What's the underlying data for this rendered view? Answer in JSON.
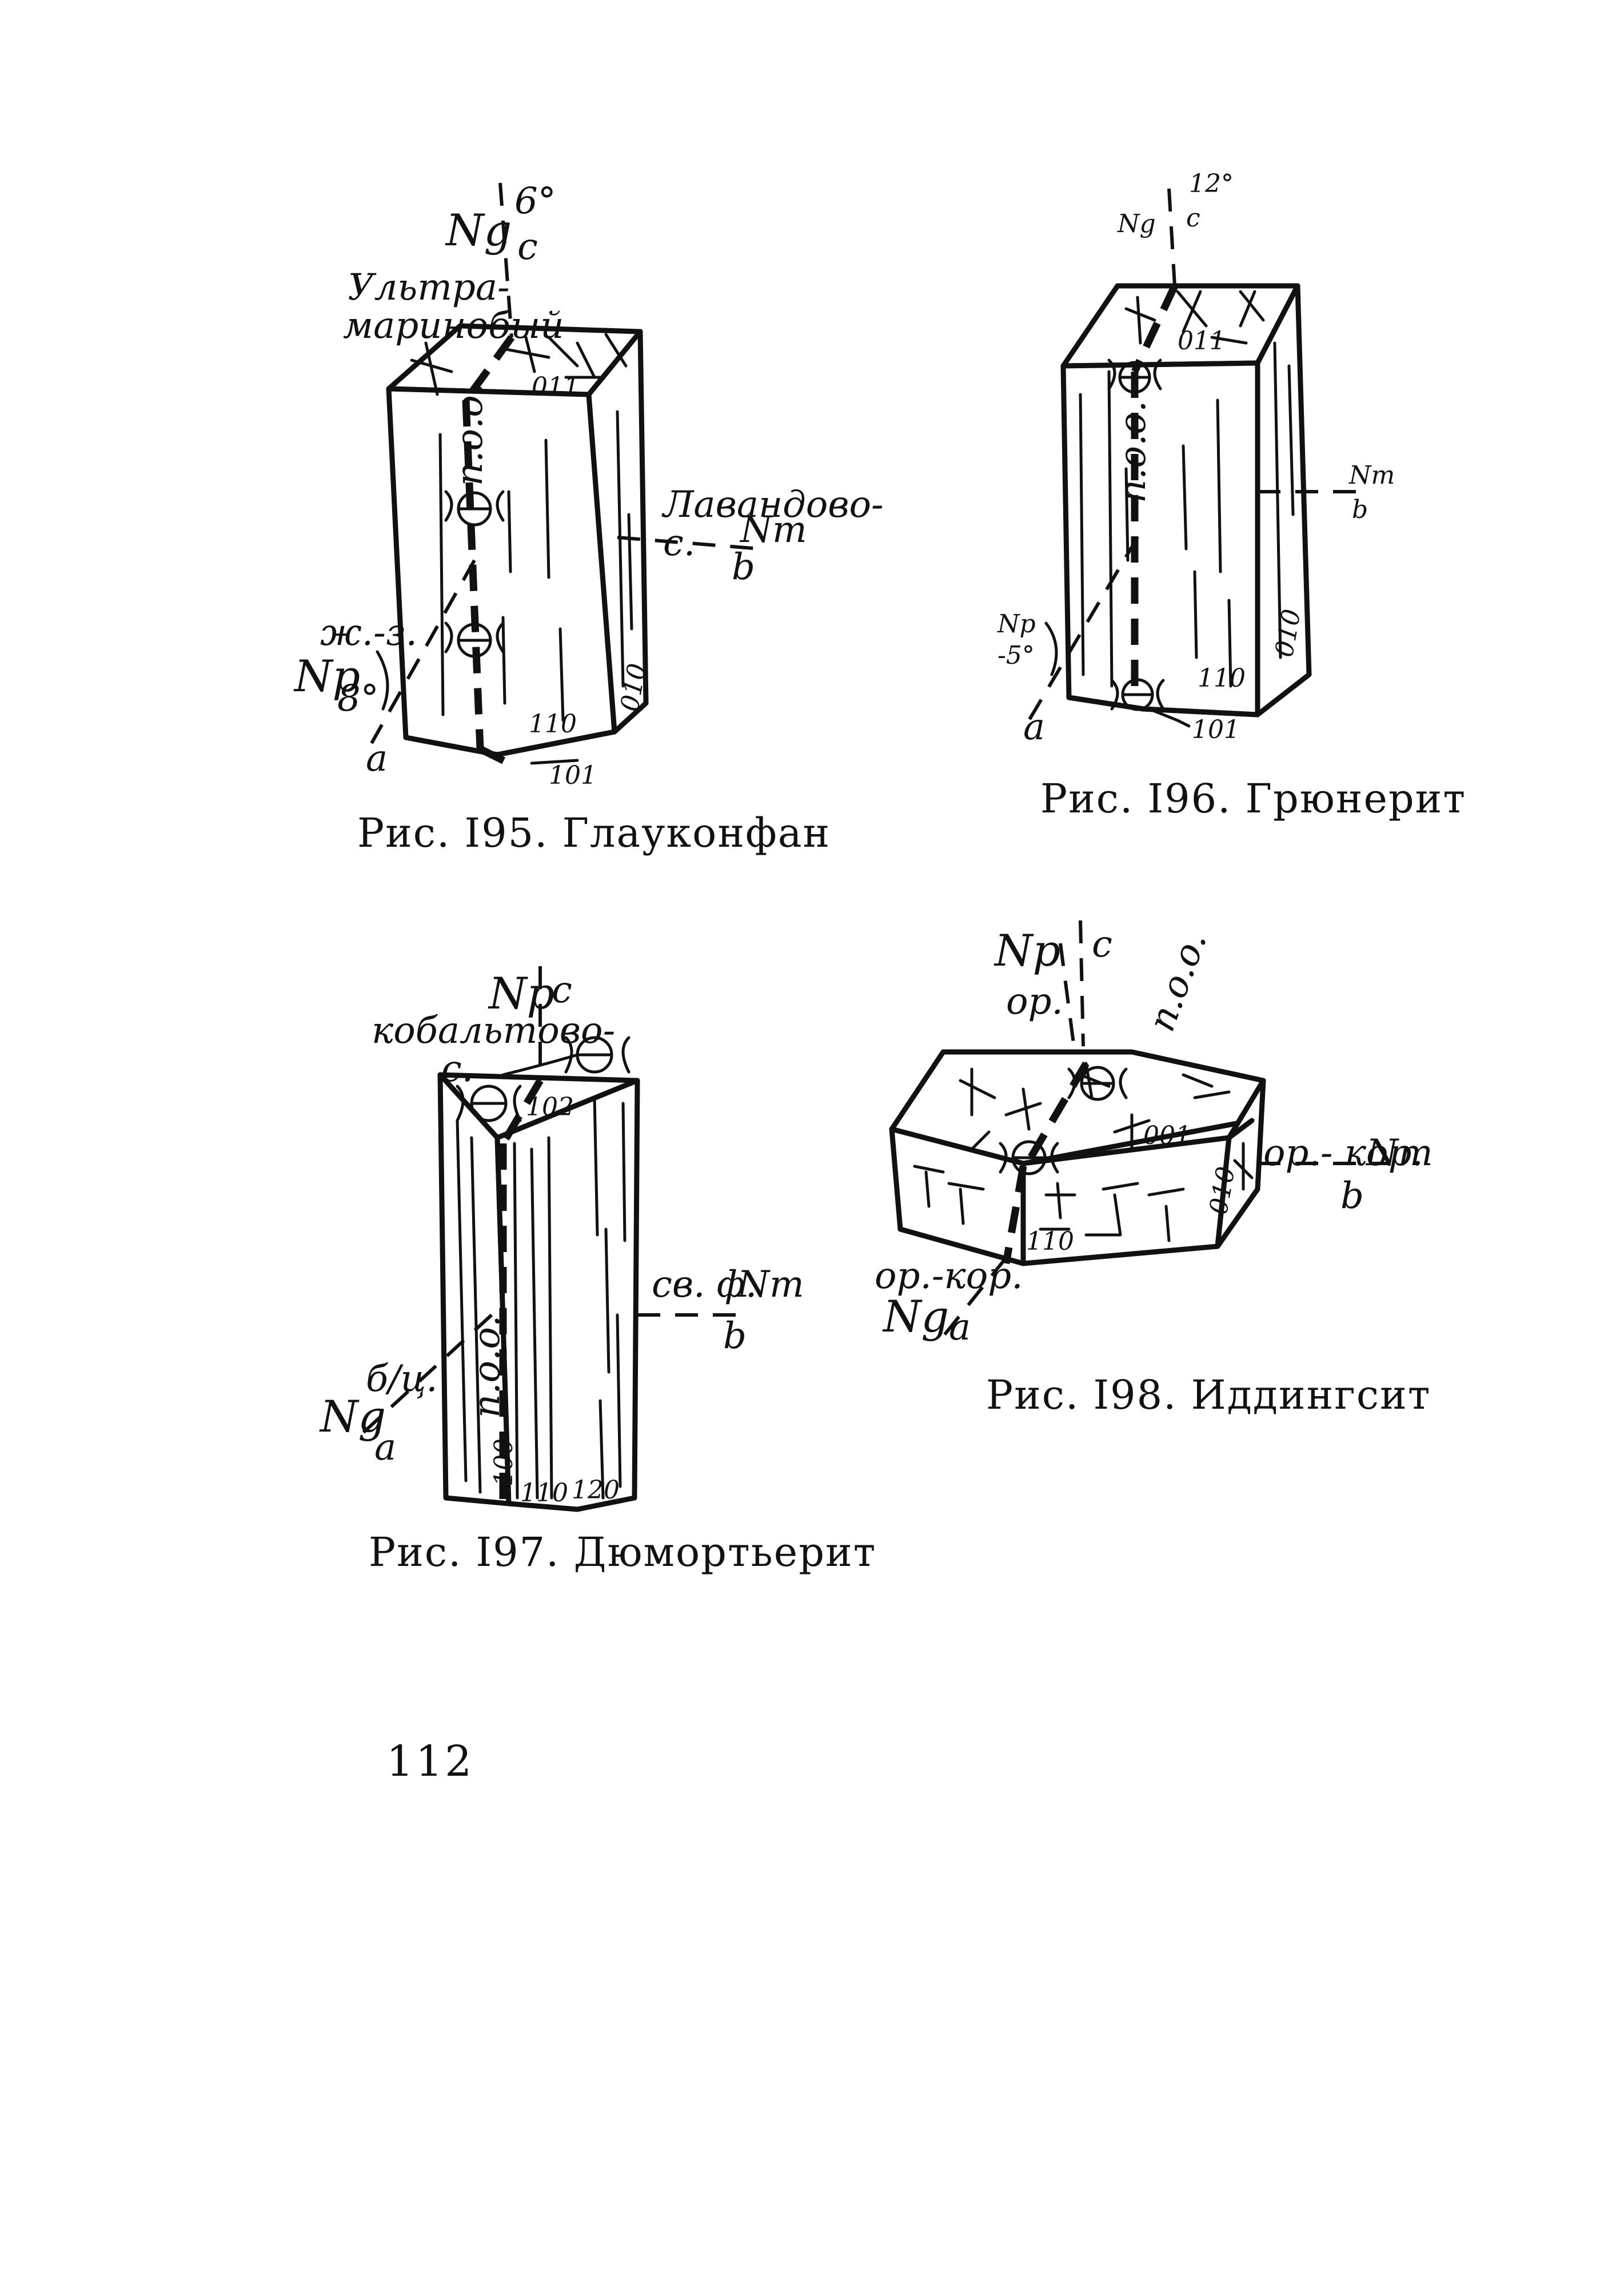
{
  "page_number": "112",
  "figures": [
    {
      "caption": "Рис. I95. Глауконфан",
      "labels": {
        "Ng": "Ng",
        "c": "c",
        "angle_top": "6°",
        "color_top": "Ультра-маринобый",
        "face_011": "011",
        "face_110": "110",
        "face_010": "010",
        "face_101": "101",
        "poo": "п.о.о.",
        "color_side": "Лавандово-с.",
        "Nm": "Nm",
        "b": "b",
        "color_low": "ж.-з.",
        "Np": "Np",
        "angle_low": "8°",
        "a": "a"
      }
    },
    {
      "caption": "Рис. I96. Грюнерит",
      "labels": {
        "Ng": "Ng",
        "c": "c",
        "angle_top": "12°",
        "face_011": "011",
        "face_110": "110",
        "face_010": "010",
        "face_101": "101",
        "poo": "п.о.о.",
        "Nm": "Nm",
        "b": "b",
        "Np": "Np",
        "angle_low": "-5°",
        "a": "a"
      }
    },
    {
      "caption": "Рис. I97. Дюмортьерит",
      "labels": {
        "Np": "Np",
        "c": "c",
        "color_top": "кобальтово-с.",
        "face_102": "102",
        "face_100": "100",
        "face_110": "110",
        "face_120": "120",
        "poo": "п.о.о.",
        "color_side": "св. ф.",
        "Nm": "Nm",
        "b": "b",
        "color_low": "б/ц.",
        "Ng": "Ng",
        "a": "a"
      }
    },
    {
      "caption": "Рис. I98. Иддингсит",
      "labels": {
        "Np": "Np",
        "c": "c",
        "color_top": "ор.",
        "poo": "п.о.о.",
        "face_001": "001",
        "face_010": "010",
        "face_110": "110",
        "color_side": "ор.- кор.",
        "Nm": "Nm",
        "b": "b",
        "color_low": "ор.-кор.",
        "Ng": "Ng",
        "a": "a"
      }
    }
  ]
}
